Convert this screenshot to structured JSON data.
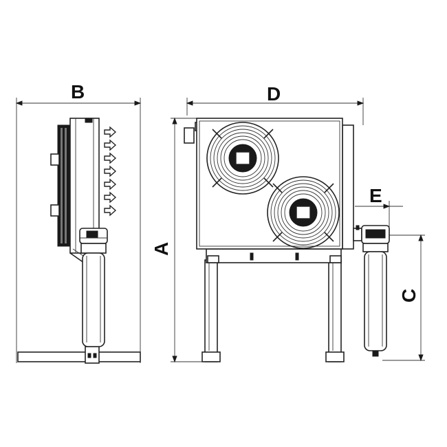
{
  "labels": {
    "a": "A",
    "b": "B",
    "c": "C",
    "d": "D",
    "e": "E"
  },
  "colors": {
    "line": "#222222",
    "dimension": "#444444",
    "background": "#ffffff"
  }
}
